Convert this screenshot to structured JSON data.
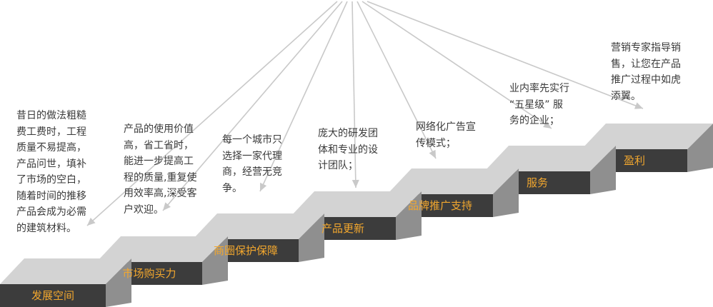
{
  "colors": {
    "step_face": "#3c3c3c",
    "step_top": "#d3d3d3",
    "step_side": "#8f8f8f",
    "label": "#f2a72e",
    "line": "#c9c9c9",
    "text": "#3a3a3a"
  },
  "steps": [
    {
      "label": "发展空间",
      "desc": [
        "昔日的做法粗糙",
        "费工费时，工程",
        "质量不易提高，",
        "产品问世，填补",
        "了市场的空白，",
        "随着时间的推移",
        "产品会成为必需",
        "的建筑材料。"
      ]
    },
    {
      "label": "市场购买力",
      "desc": [
        "产品的使用价值",
        "高，省工省时，",
        "能进一步提高工",
        "程的质量,重复使",
        "用效率高,深受客",
        "户欢迎。"
      ]
    },
    {
      "label": "商圈保护保障",
      "desc": [
        "每一个城市只",
        "选择一家代理",
        "商，经营无竞",
        "争。"
      ]
    },
    {
      "label": "产品更新",
      "desc": [
        "庞大的研发团",
        "体和专业的设",
        "计团队；"
      ]
    },
    {
      "label": "品牌推广支持",
      "desc": [
        "网络化广告宣",
        "传模式；"
      ]
    },
    {
      "label": "服务",
      "desc": [
        "业内率先实行",
        "“五星级” 服",
        "务的企业；"
      ]
    },
    {
      "label": "盈利",
      "desc": [
        "营销专家指导销",
        "售，让您在产品",
        "推广过程中如虎",
        "添翼。"
      ]
    }
  ]
}
